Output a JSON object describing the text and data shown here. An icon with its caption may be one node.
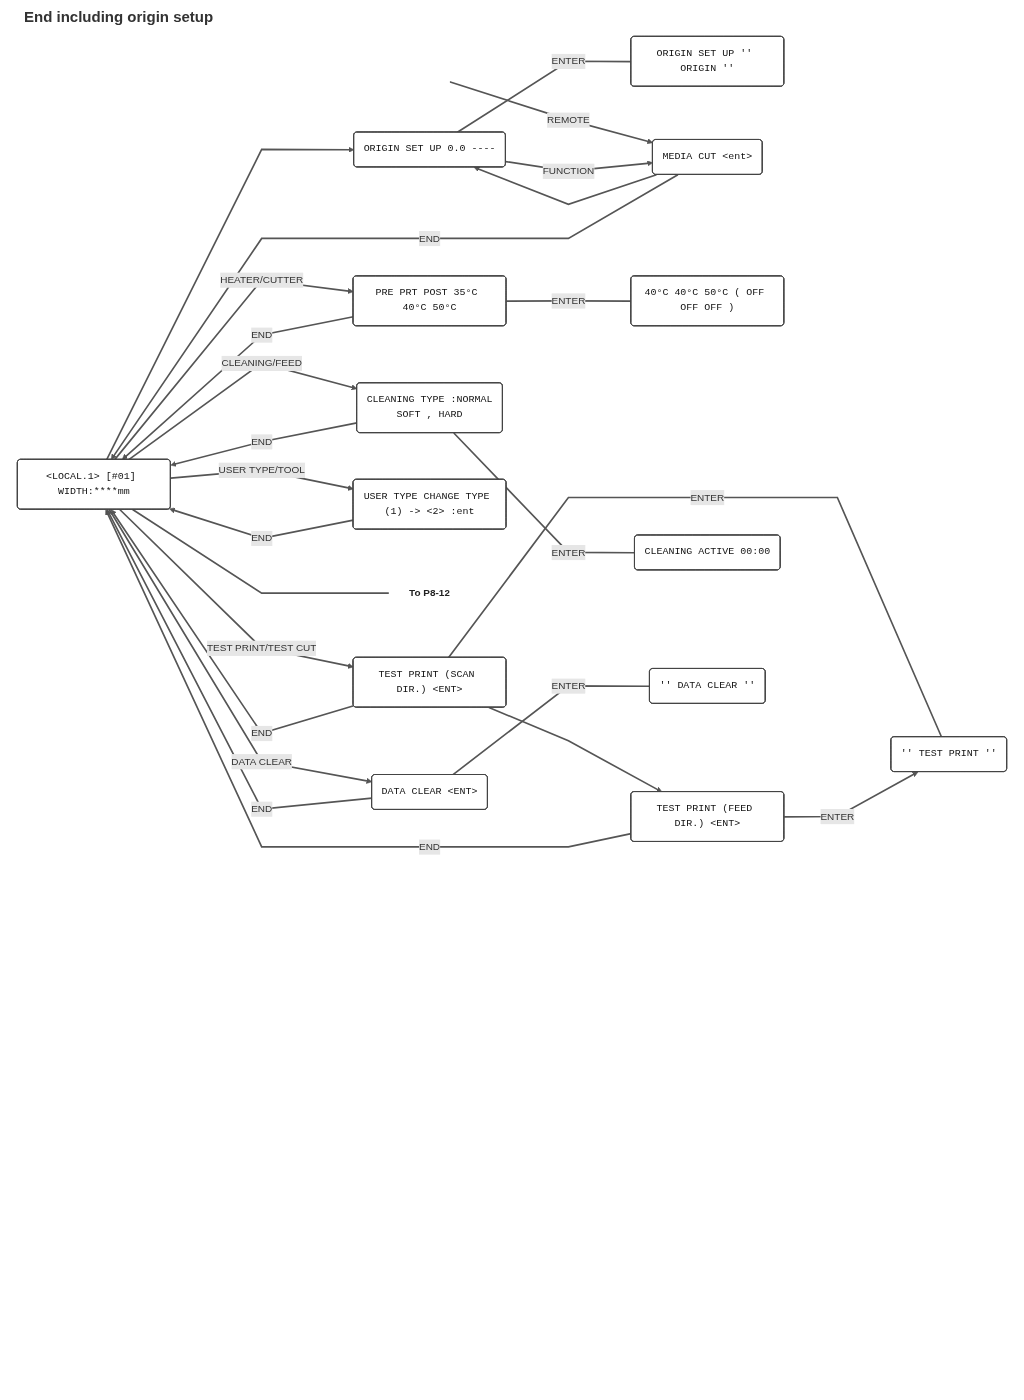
{
  "diagram": {
    "nodes": [
      {
        "text": [
          "<LOCAL.1> [#01] WIDTH:****mm"
        ]
      },
      {
        "text": [
          "ORIGIN SET UP 0.0 ----"
        ]
      },
      {
        "text": [
          "ORIGIN SET UP '' ORIGIN ''"
        ]
      },
      {
        "text": [
          "MEDIA CUT <ent>"
        ]
      },
      {
        "text": [
          "PRE PRT POST 35°C 40°C 50°C"
        ]
      },
      {
        "text": [
          "40°C 40°C 50°C ( OFF OFF OFF )"
        ]
      },
      {
        "text": [
          "TEST PRINT (SCAN DIR.) <ENT>"
        ]
      },
      {
        "text": [
          "'' TEST PRINT ''"
        ]
      },
      {
        "text": [
          "TEST PRINT (FEED DIR.) <ENT>"
        ]
      },
      {
        "text": [
          "CLEANING TYPE :NORMAL",
          "SOFT , HARD"
        ]
      },
      {
        "text": [
          "CLEANING ACTIVE 00:00"
        ]
      },
      {
        "text": [
          "DATA CLEAR <ENT>"
        ]
      },
      {
        "text": [
          "'' DATA CLEAR ''"
        ]
      },
      {
        "text": [
          "USER TYPE CHANGE TYPE (1) -> <2> :ent"
        ]
      },
      {
        "text": [
          "To P8-12"
        ]
      }
    ],
    "edges": [
      {
        "from": 0,
        "to": 1,
        "arrow": "to"
      },
      {
        "from": 1,
        "to": 2,
        "label": "ENTER",
        "arrow": "none"
      },
      {
        "from": null,
        "to": 3,
        "label": "REMOTE",
        "arrow": "to"
      },
      {
        "from": 1,
        "to": 3,
        "label": "FUNCTION",
        "arrow": "to"
      },
      {
        "from": 3,
        "to": 1,
        "arrow": "to"
      },
      {
        "from": 3,
        "to": 0,
        "label": "END",
        "arrow": "to"
      },
      {
        "from": 0,
        "to": 4,
        "label": "HEATER/CUTTER",
        "arrow": "to"
      },
      {
        "from": 4,
        "to": 5,
        "label": "ENTER",
        "arrow": "none"
      },
      {
        "from": 4,
        "to": 0,
        "label": "END",
        "arrow": "to"
      },
      {
        "from": 0,
        "to": 6,
        "label": "TEST PRINT/TEST CUT",
        "arrow": "to"
      },
      {
        "from": 6,
        "to": 7,
        "label": "ENTER",
        "arrow": "none"
      },
      {
        "from": 6,
        "to": 0,
        "label": "END",
        "arrow": "to"
      },
      {
        "from": 6,
        "to": 8,
        "arrow": "to"
      },
      {
        "from": 8,
        "to": 0,
        "label": "END",
        "arrow": "to"
      },
      {
        "from": 8,
        "to": 7,
        "label": "ENTER",
        "arrow": "to"
      },
      {
        "from": 0,
        "to": 9,
        "label": "CLEANING/FEED",
        "arrow": "to"
      },
      {
        "from": 9,
        "to": 10,
        "label": "ENTER",
        "arrow": "none"
      },
      {
        "from": 9,
        "to": 0,
        "label": "END",
        "arrow": "to"
      },
      {
        "from": 0,
        "to": 11,
        "label": "DATA CLEAR",
        "arrow": "to"
      },
      {
        "from": 11,
        "to": 12,
        "label": "ENTER",
        "arrow": "none"
      },
      {
        "from": 11,
        "to": 0,
        "label": "END",
        "arrow": "to"
      },
      {
        "from": 0,
        "to": 13,
        "label": "USER TYPE/TOOL",
        "arrow": "to"
      },
      {
        "from": 13,
        "to": 0,
        "label": "END",
        "arrow": "to"
      },
      {
        "from": 0,
        "to": 14,
        "arrow": "none"
      }
    ],
    "labels": [
      "End including origin setup"
    ]
  }
}
